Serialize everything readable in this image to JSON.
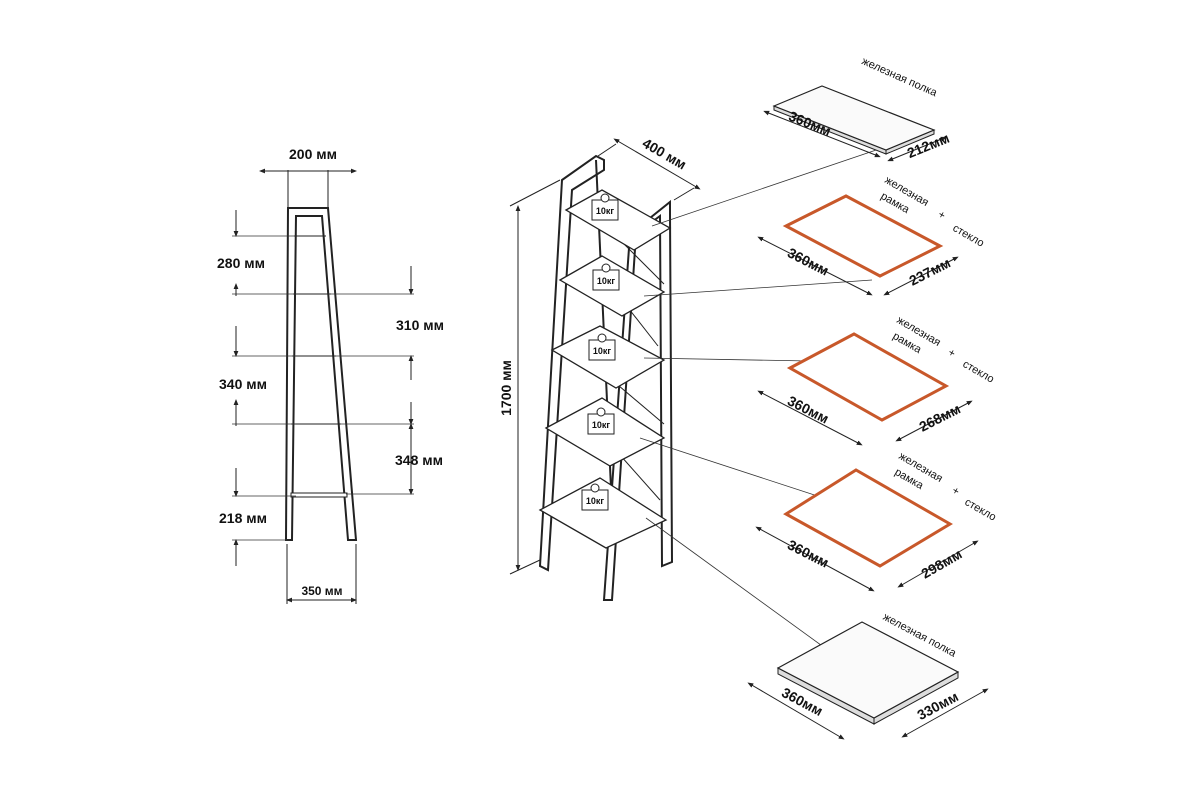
{
  "side_view": {
    "top_width": "200 мм",
    "bottom_width": "350 мм",
    "gaps": [
      "280 мм",
      "310 мм",
      "340 мм",
      "348 мм",
      "218 мм"
    ]
  },
  "iso_view": {
    "depth": "400 мм",
    "height": "1700 мм",
    "load_label": "10кг"
  },
  "plates": [
    {
      "lines": [
        "железная полка"
      ],
      "length": "360мм",
      "width": "212мм",
      "kind": "iron"
    },
    {
      "lines": [
        "железная",
        "рамка",
        "+",
        "стекло"
      ],
      "length": "360мм",
      "width": "237мм",
      "kind": "glass"
    },
    {
      "lines": [
        "железная",
        "рамка",
        "+",
        "стекло"
      ],
      "length": "360мм",
      "width": "268мм",
      "kind": "glass"
    },
    {
      "lines": [
        "железная",
        "рамка",
        "+",
        "стекло"
      ],
      "length": "360мм",
      "width": "298мм",
      "kind": "glass"
    },
    {
      "lines": [
        "железная полка"
      ],
      "length": "360мм",
      "width": "330мм",
      "kind": "iron"
    }
  ],
  "colors": {
    "glass_frame": "#c8582a",
    "line": "#222222"
  }
}
